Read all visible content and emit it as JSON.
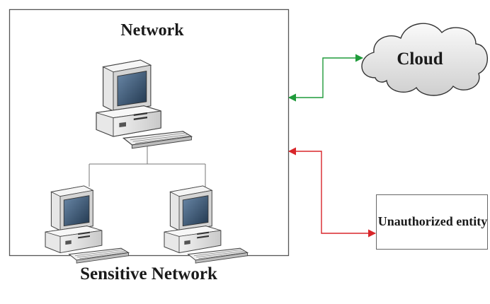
{
  "network": {
    "title": "Network",
    "caption": "Sensitive Network"
  },
  "cloud": {
    "label": "Cloud"
  },
  "unauthorized": {
    "label": "Unauthorized entity"
  },
  "icons": [
    "computer-icon",
    "cloud-icon"
  ],
  "colors": {
    "cloud_link": "#1f9b3a",
    "unauthorized_link": "#d8262a",
    "frame": "#555555"
  }
}
